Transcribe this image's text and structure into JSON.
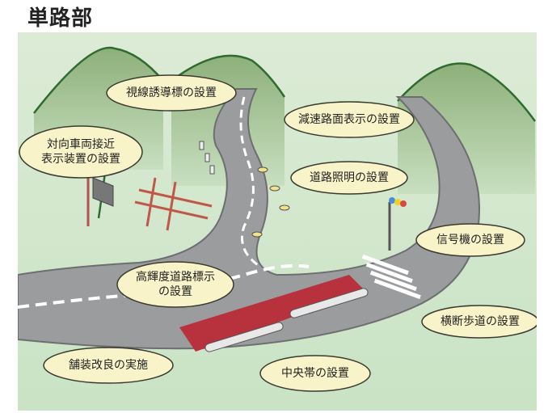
{
  "title": "単路部",
  "colors": {
    "background": "#cfe6c8",
    "mountain": "#8fb27a",
    "mountain_edge": "#2f6b2f",
    "road": "#9b9c9e",
    "road_edge": "#6d6e70",
    "bubble_fill": "#f8f3c8",
    "bubble_edge": "#3a3a30",
    "pavement_red": "#b8323e",
    "crosswalk": "#ffffff",
    "grid_red": "#c0584a"
  },
  "callouts": [
    {
      "id": "delineator",
      "label": "視線誘導標の設置"
    },
    {
      "id": "oncoming-vehicle-warning",
      "label": "対向車両接近\n表示装置の設置"
    },
    {
      "id": "deceleration-marking",
      "label": "減速路面表示の設置"
    },
    {
      "id": "road-lighting",
      "label": "道路照明の設置"
    },
    {
      "id": "traffic-signal",
      "label": "信号機の設置"
    },
    {
      "id": "high-visibility-marking",
      "label": "高輝度道路標示\nの設置"
    },
    {
      "id": "crosswalk",
      "label": "横断歩道の設置"
    },
    {
      "id": "pavement-improvement",
      "label": "舗装改良の実施"
    },
    {
      "id": "median-strip",
      "label": "中央帯の設置"
    }
  ]
}
